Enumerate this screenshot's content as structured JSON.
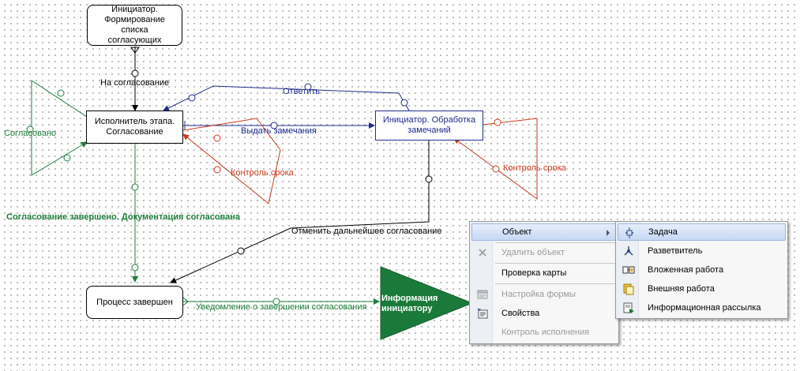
{
  "nodes": {
    "initiator_list": "Инициатор.\nФормирование списка\nсогласующих",
    "executor_stage": "Исполнитель этапа.\nСогласование",
    "initiator_processing": "Инициатор. Обработка\nзамечаний",
    "process_finished": "Процесс завершен",
    "info_initiator": "Информация\nинициатору"
  },
  "labels": {
    "to_approval": "На согласование",
    "reply": "Ответить",
    "issue_remarks": "Выдать замечания",
    "approved": "Согласовано",
    "deadline_control_1": "Контроль срока",
    "deadline_control_2": "Контроль срока",
    "approval_complete": "Согласование завершено. Документация согласована",
    "cancel_further": "Отменить дальнейшее согласование",
    "completion_notice": "Уведомление о завершении согласования"
  },
  "colors": {
    "black": "#000000",
    "blue": "#1f2a8c",
    "green": "#1e7d3a",
    "red": "#cc3a1c",
    "info_fill": "#1a7a3a"
  },
  "context_menu": {
    "items": [
      {
        "label": "Объект",
        "icon": "none",
        "disabled": false,
        "highlighted": true,
        "submenu": true
      },
      {
        "label": "Удалить объект",
        "icon": "delete-x-icon",
        "disabled": true
      },
      {
        "label": "Проверка карты",
        "icon": "none",
        "disabled": false
      },
      {
        "label": "Настройка формы",
        "icon": "form-settings-icon",
        "disabled": true
      },
      {
        "label": "Свойства",
        "icon": "properties-icon",
        "disabled": false
      },
      {
        "label": "Контроль исполнения",
        "icon": "none",
        "disabled": true
      }
    ]
  },
  "submenu": {
    "items": [
      {
        "label": "Задача",
        "icon": "task-icon",
        "highlighted": true
      },
      {
        "label": "Разветвитель",
        "icon": "splitter-icon"
      },
      {
        "label": "Вложенная работа",
        "icon": "nested-work-icon"
      },
      {
        "label": "Внешняя работа",
        "icon": "external-work-icon"
      },
      {
        "label": "Информационная рассылка",
        "icon": "info-mailing-icon"
      }
    ]
  }
}
